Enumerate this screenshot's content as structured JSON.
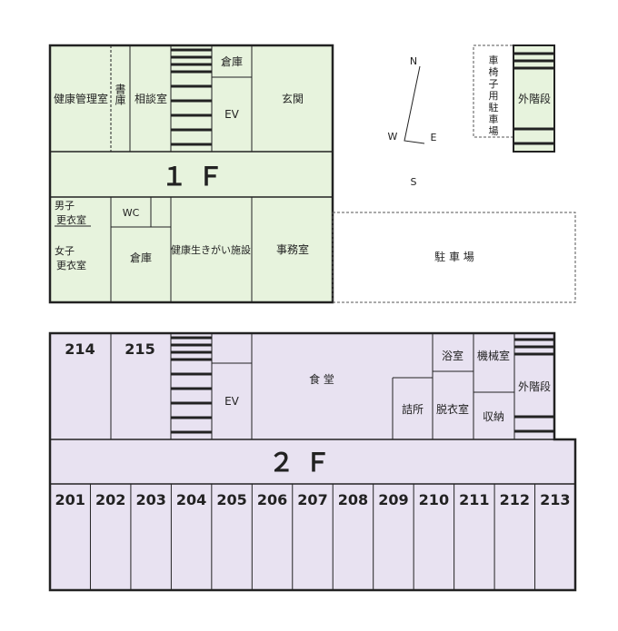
{
  "colors": {
    "floor1": "#e7f3dd",
    "floor2": "#e8e2f1",
    "wall": "#222222"
  },
  "compass": {
    "north": "N",
    "south": "S",
    "east": "E",
    "west": "W"
  },
  "floor1": {
    "label": "１ Ｆ",
    "rooms": {
      "health_admin": "健康管理室",
      "library": "書庫",
      "consult": "相談室",
      "storage_top": "倉庫",
      "ev": "EV",
      "entrance": "玄関",
      "male": "男子",
      "male_changing": "更衣室",
      "wc": "WC",
      "female": "女子",
      "female_changing": "更衣室",
      "storage_bottom": "倉庫",
      "health_facility": "健康生きがい施設",
      "office": "事務室"
    },
    "wheelchair_parking": [
      "車",
      "椅",
      "子",
      "用",
      "駐",
      "車",
      "場"
    ],
    "outside_stairs": "外階段",
    "parking": "駐 車 場"
  },
  "floor2": {
    "label": "２ Ｆ",
    "rooms": {
      "ev": "EV",
      "dining": "食 堂",
      "bath": "浴室",
      "machine": "機械室",
      "outside_stairs": "外階段",
      "station": "詰所",
      "changing": "脱衣室",
      "storage": "収納"
    },
    "top_rooms": [
      "214",
      "215"
    ],
    "bottom_rooms": [
      "201",
      "202",
      "203",
      "204",
      "205",
      "206",
      "207",
      "208",
      "209",
      "210",
      "211",
      "212",
      "213"
    ]
  }
}
